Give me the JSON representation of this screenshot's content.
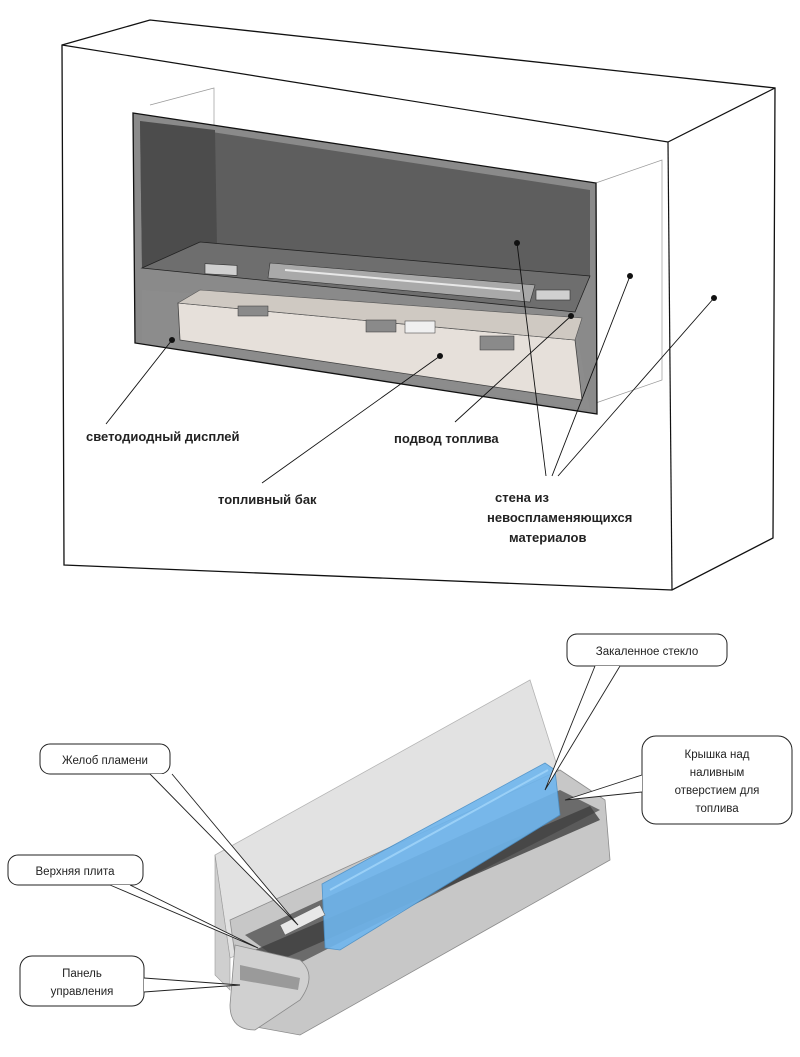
{
  "top_diagram": {
    "labels": {
      "led_display": "светодиодный дисплей",
      "fuel_supply": "подвод топлива",
      "fuel_tank": "топливный бак",
      "fireproof_wall": [
        "стена из",
        "невоспламеняющихся",
        "материалов"
      ]
    }
  },
  "bottom_diagram": {
    "labels": {
      "tempered_glass": "Закаленное стекло",
      "fuel_cap": [
        "Крышка над",
        "наливным",
        "отверстием для",
        "топлива"
      ],
      "flame_trough": "Желоб пламени",
      "top_plate": "Верхняя плита",
      "control_panel": [
        "Панель",
        "управления"
      ]
    }
  },
  "colors": {
    "outline": "#111111",
    "firebox_dark": "#5c5c5c",
    "firebox_mid": "#7a7a7a",
    "glass_blue": "#6fb6ee",
    "steel_gray": "#bdbdbd"
  }
}
